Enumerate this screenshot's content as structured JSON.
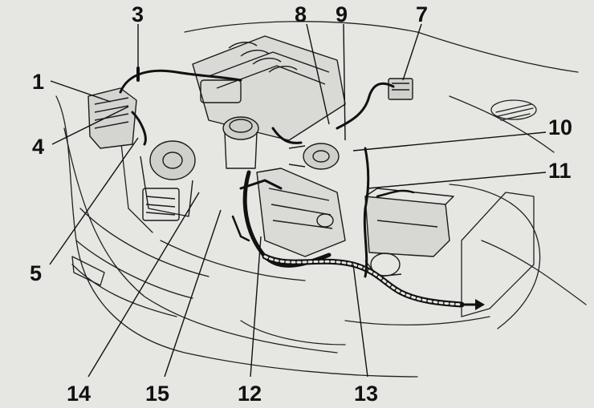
{
  "callouts": {
    "n1": "1",
    "n3": "3",
    "n4": "4",
    "n5": "5",
    "n7": "7",
    "n8": "8",
    "n9": "9",
    "n10": "10",
    "n11": "11",
    "n12": "12",
    "n13": "13",
    "n14": "14",
    "n15": "15"
  },
  "colors": {
    "paper": "#e6e6e3",
    "ink": "#111111"
  }
}
